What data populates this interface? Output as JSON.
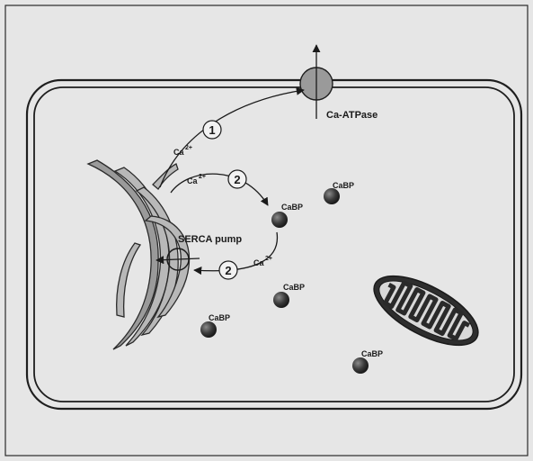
{
  "labels": {
    "ca_atpase": "Ca-ATPase",
    "serca_pump": "SERCA pump",
    "ca": "Ca",
    "ca_charge": "2+",
    "cabp": "CaBP",
    "step_1": "1",
    "step_2": "2"
  },
  "colors": {
    "background": "#e6e6e6",
    "outline": "#2a2a2a",
    "cabp_fill": "#3a3a3a",
    "pump_fill": "#9a9a9a",
    "mito_fill": "#2e2e2e"
  }
}
